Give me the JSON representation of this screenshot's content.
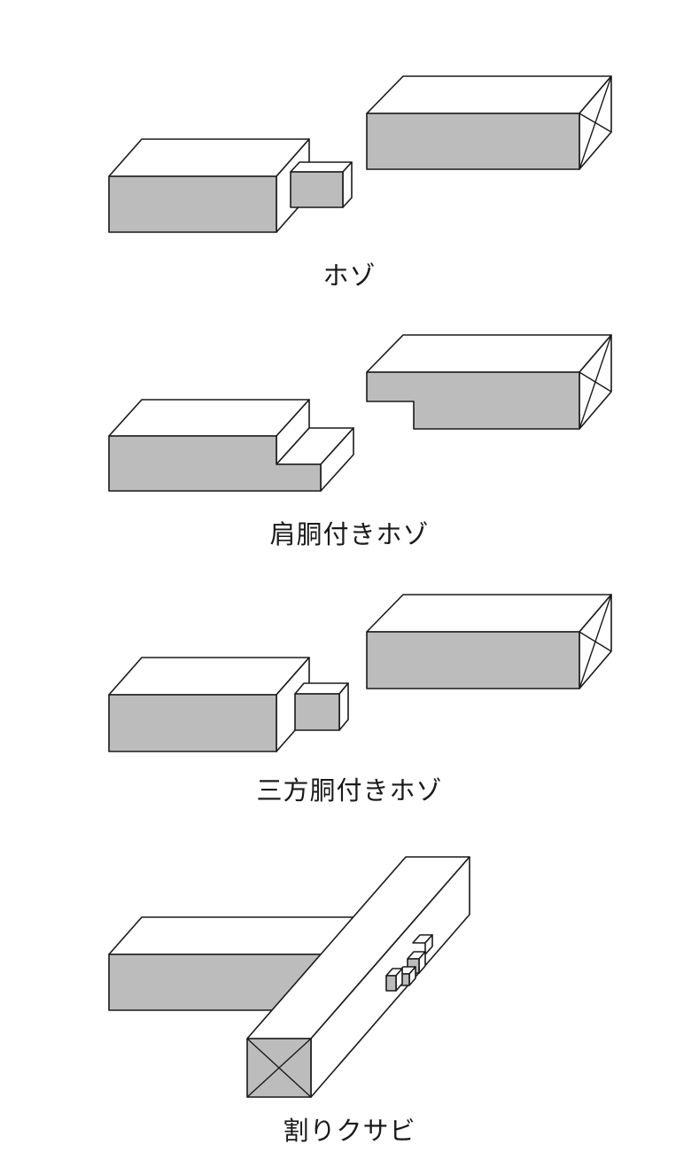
{
  "figures": [
    {
      "caption": "ホゾ"
    },
    {
      "caption": "肩胴付きホゾ"
    },
    {
      "caption": "三方胴付きホゾ"
    },
    {
      "caption": "割りクサビ"
    }
  ],
  "colors": {
    "section_fill": "#bcbcbc",
    "top_fill": "#ffffff",
    "outline": "#1a1a1a"
  }
}
